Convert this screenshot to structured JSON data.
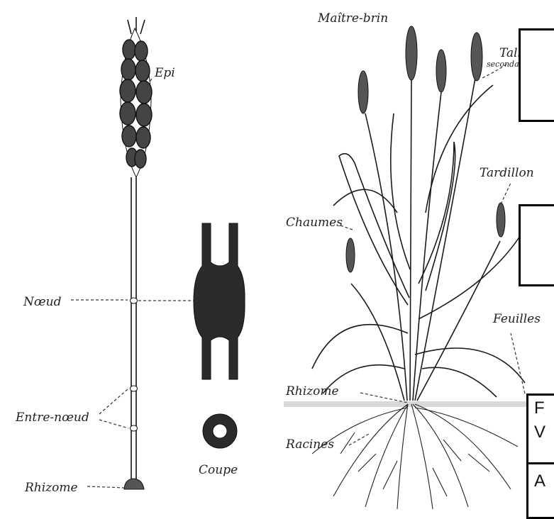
{
  "labels": {
    "epi": "Epi",
    "noeud": "Nœud",
    "entre_noeud": "Entre-nœud",
    "rhizome_left": "Rhizome",
    "coupe": "Coupe",
    "maitre_brin": "Maître-brin",
    "talle": "Talle",
    "secondaire": "secondaire",
    "tardillon": "Tardillon",
    "chaumes": "Chaumes",
    "feuilles": "Feuilles",
    "rhizome_right": "Rhizome",
    "racines": "Racines"
  },
  "boxes": {
    "box_low_line1": "F",
    "box_low_line2": "V",
    "box_bottom_line1": "A"
  }
}
